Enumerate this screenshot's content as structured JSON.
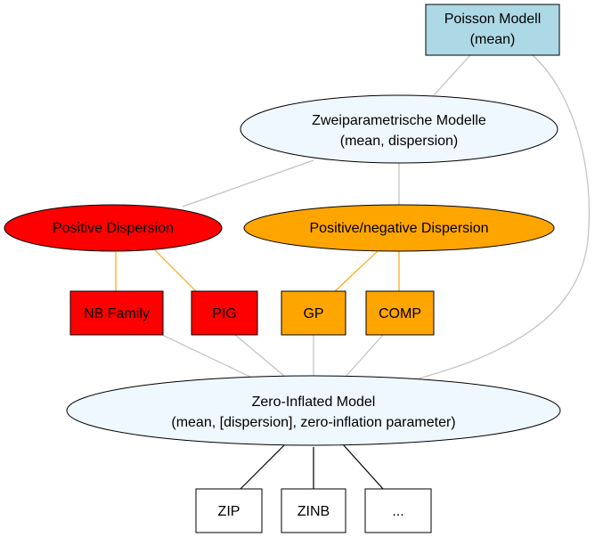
{
  "colors": {
    "poisson_fill": "#add8e6",
    "light_ellipse_fill": "#f0f8ff",
    "red": "#ff0000",
    "orange": "#ffa500",
    "white": "#ffffff",
    "edge_gray": "#c0c0c0",
    "edge_orange": "#ffa500",
    "edge_black": "#000000"
  },
  "nodes": {
    "poisson": {
      "line1": "Poisson Modell",
      "line2": "(mean)"
    },
    "zweiparametrisch": {
      "line1": "Zweiparametrische Modelle",
      "line2": "(mean, dispersion)"
    },
    "positive": {
      "label": "Positive Dispersion"
    },
    "posneg": {
      "label": "Positive/negative Dispersion"
    },
    "nb_family": {
      "label": "NB Family"
    },
    "pig": {
      "label": "PIG"
    },
    "gp": {
      "label": "GP"
    },
    "comp": {
      "label": "COMP"
    },
    "zero_inflated": {
      "line1": "Zero-Inflated Model",
      "line2": "(mean, [dispersion], zero-inflation parameter)"
    },
    "zip": {
      "label": "ZIP"
    },
    "zinb": {
      "label": "ZINB"
    },
    "more": {
      "label": "..."
    }
  }
}
